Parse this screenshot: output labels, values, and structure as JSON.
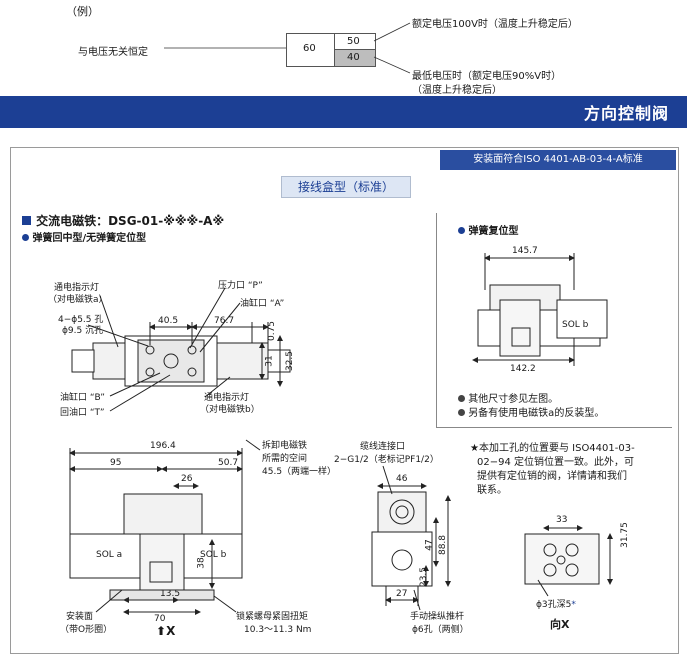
{
  "example": {
    "label": "（例）",
    "left_note": "与电压无关恒定",
    "val_constant": "60",
    "val_top": "50",
    "val_bottom": "40",
    "note_top": "额定电压100V时（温度上升稳定后）",
    "note_bottom_1": "最低电压时（额定电压90%V时）",
    "note_bottom_2": "（温度上升稳定后）"
  },
  "banner": {
    "title": "方向控制阀"
  },
  "standard": "安装面符合ISO 4401-AB-03-4-A标准",
  "box_type": "接线盒型（标准）",
  "section": {
    "title": "交流电磁铁：DSG-01-※※※-A※",
    "subtitle": "弹簧回中型/无弹簧定位型"
  },
  "top_view": {
    "label_indicator_a_1": "通电指示灯",
    "label_indicator_a_2": "（对电磁铁a）",
    "label_holes_1": "4−ϕ5.5 孔",
    "label_holes_2": "ϕ9.5 沉孔",
    "label_port_p": "压力口 “P”",
    "label_port_a": "油缸口 “A”",
    "dim_40_5": "40.5",
    "dim_76_7": "76.7",
    "dim_0_75": "0.75",
    "dim_31": "31",
    "dim_32_5": "32.5",
    "label_port_b": "油缸口 “B”",
    "label_port_t": "回油口 “T”",
    "label_indicator_b_1": "通电指示灯",
    "label_indicator_b_2": "（对电磁铁b）"
  },
  "spring_return": {
    "title": "弹簧复位型",
    "dim_145_7": "145.7",
    "dim_142_2": "142.2",
    "sol_label": "SOL b",
    "note_1": "其他尺寸参见左图。",
    "note_2": "另备有使用电磁铁a的反装型。"
  },
  "front_view": {
    "dim_196_4": "196.4",
    "dim_95": "95",
    "dim_50_7": "50.7",
    "dim_26": "26",
    "dim_38": "38",
    "dim_13_5": "13.5",
    "dim_70": "70",
    "sol_a": "SOL a",
    "sol_b": "SOL b",
    "label_remove_1": "拆卸电磁铁",
    "label_remove_2": "所需的空间",
    "label_remove_3": "45.5（两端一样）",
    "label_mount_1": "安装面",
    "label_mount_2": "（带O形圈）",
    "label_torque_1": "锁紧螺母紧固扭矩",
    "label_torque_2": "10.3～11.3 Nm",
    "arrow_x": "X"
  },
  "side_view": {
    "label_cable_1": "缆线连接口",
    "label_cable_2": "2−G1/2（老标记PF1/2）",
    "dim_46": "46",
    "dim_47": "47",
    "dim_88_8": "88.8",
    "dim_23_5": "23.5",
    "dim_27": "27",
    "label_push_1": "手动操纵推杆",
    "label_push_2": "ϕ6孔（两侧）"
  },
  "note_star": {
    "line_1": "★本加工孔的位置要与 ISO4401-03-",
    "line_2": "02−94 定位销位置一致。此外，可",
    "line_3": "提供有定位销的阀，详情请和我们",
    "line_4": "联系。"
  },
  "view_x": {
    "dim_33": "33",
    "dim_31_75": "31.75",
    "label_hole": "ϕ3孔深5",
    "star": "*",
    "title": "向X"
  }
}
